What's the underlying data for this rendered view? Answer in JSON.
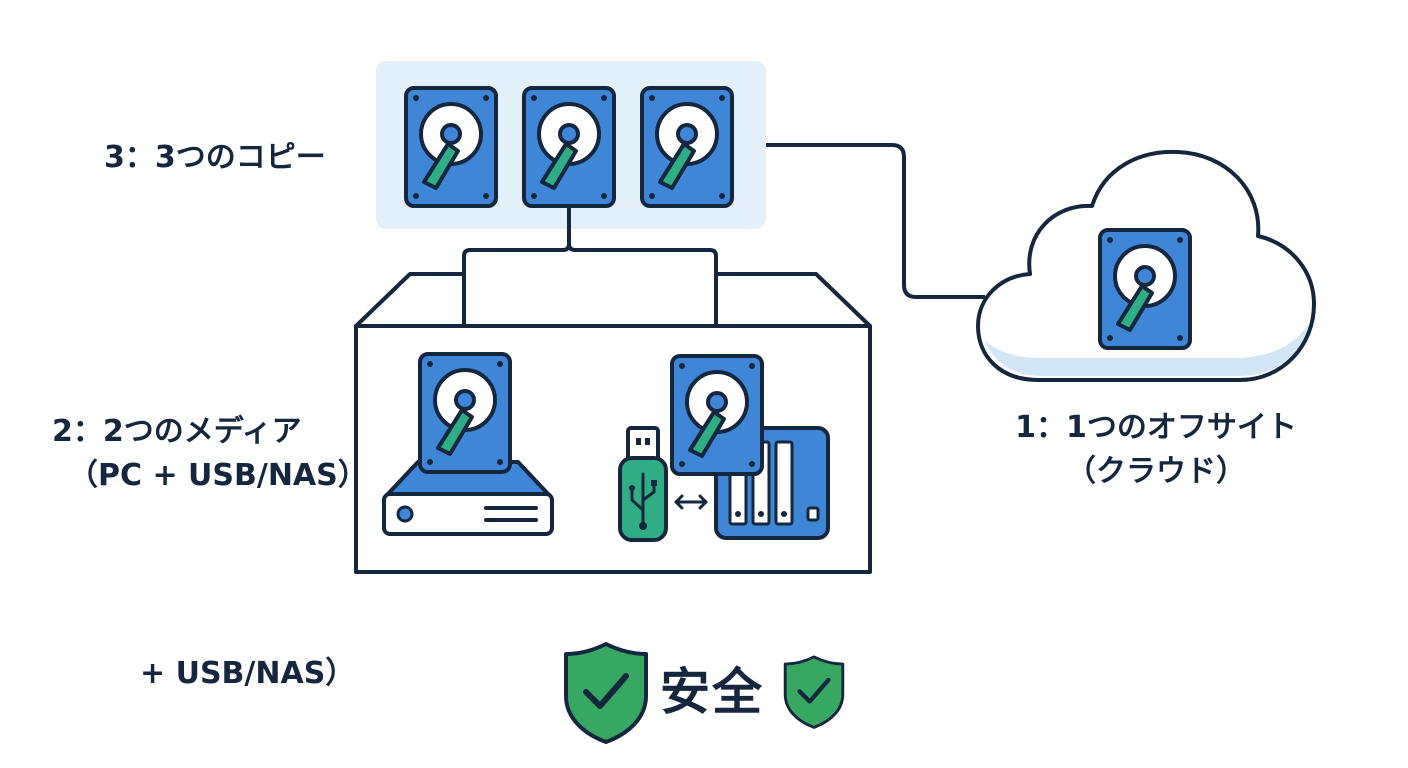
{
  "labels": {
    "copies": "3：3つのコピー",
    "media_line1": "2：2つのメディア",
    "media_line2": "（PC + USB/NAS）",
    "offsite_line1": "1：1つのオフサイト",
    "offsite_line2": "（クラウド）",
    "extra": "+ USB/NAS）",
    "safe": "安全"
  },
  "icons": {
    "disk": "hard-drive-icon",
    "pc": "desktop-pc-icon",
    "usb": "usb-stick-icon",
    "nas": "nas-icon",
    "cloud": "cloud-icon",
    "shield": "shield-check-icon",
    "arrow": "double-arrow-icon"
  },
  "colors": {
    "ink": "#15273f",
    "disk_blue": "#3f86d6",
    "needle_green": "#2fae86",
    "panel_blue": "#e3eff9",
    "cloud_shade": "#d3e6f6",
    "shield_green": "#36a862",
    "check_green": "#2fae86"
  }
}
